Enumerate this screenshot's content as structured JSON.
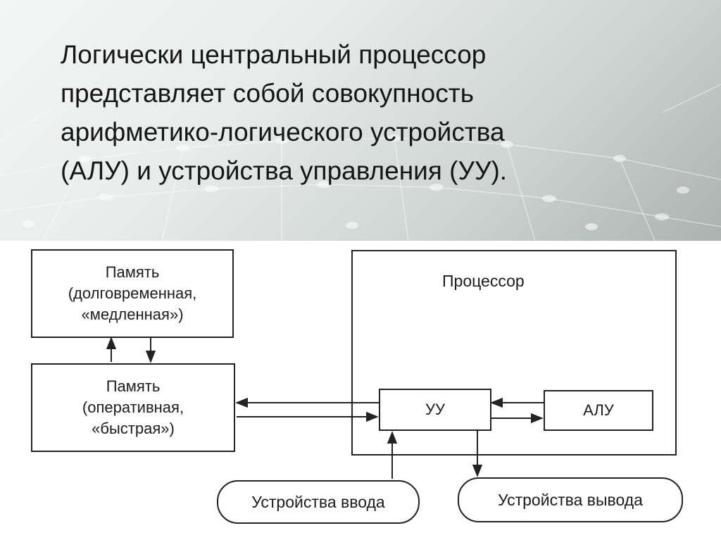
{
  "slide": {
    "title_lines": [
      "Логически центральный процессор",
      "представляет собой совокупность",
      "арифметико-логического устройства",
      "(АЛУ) и устройства управления (УУ)."
    ]
  },
  "diagram": {
    "memory_long": {
      "line1": "Память",
      "line2": "(долговременная,",
      "line3": "«медленная»)"
    },
    "memory_ram": {
      "line1": "Память",
      "line2": "(оперативная,",
      "line3": "«быстрая»)"
    },
    "processor": {
      "label": "Процессор"
    },
    "cu": {
      "label": "УУ"
    },
    "alu": {
      "label": "АЛУ"
    },
    "input_devices": {
      "label": "Устройства ввода"
    },
    "output_devices": {
      "label": "Устройства вывода"
    }
  }
}
